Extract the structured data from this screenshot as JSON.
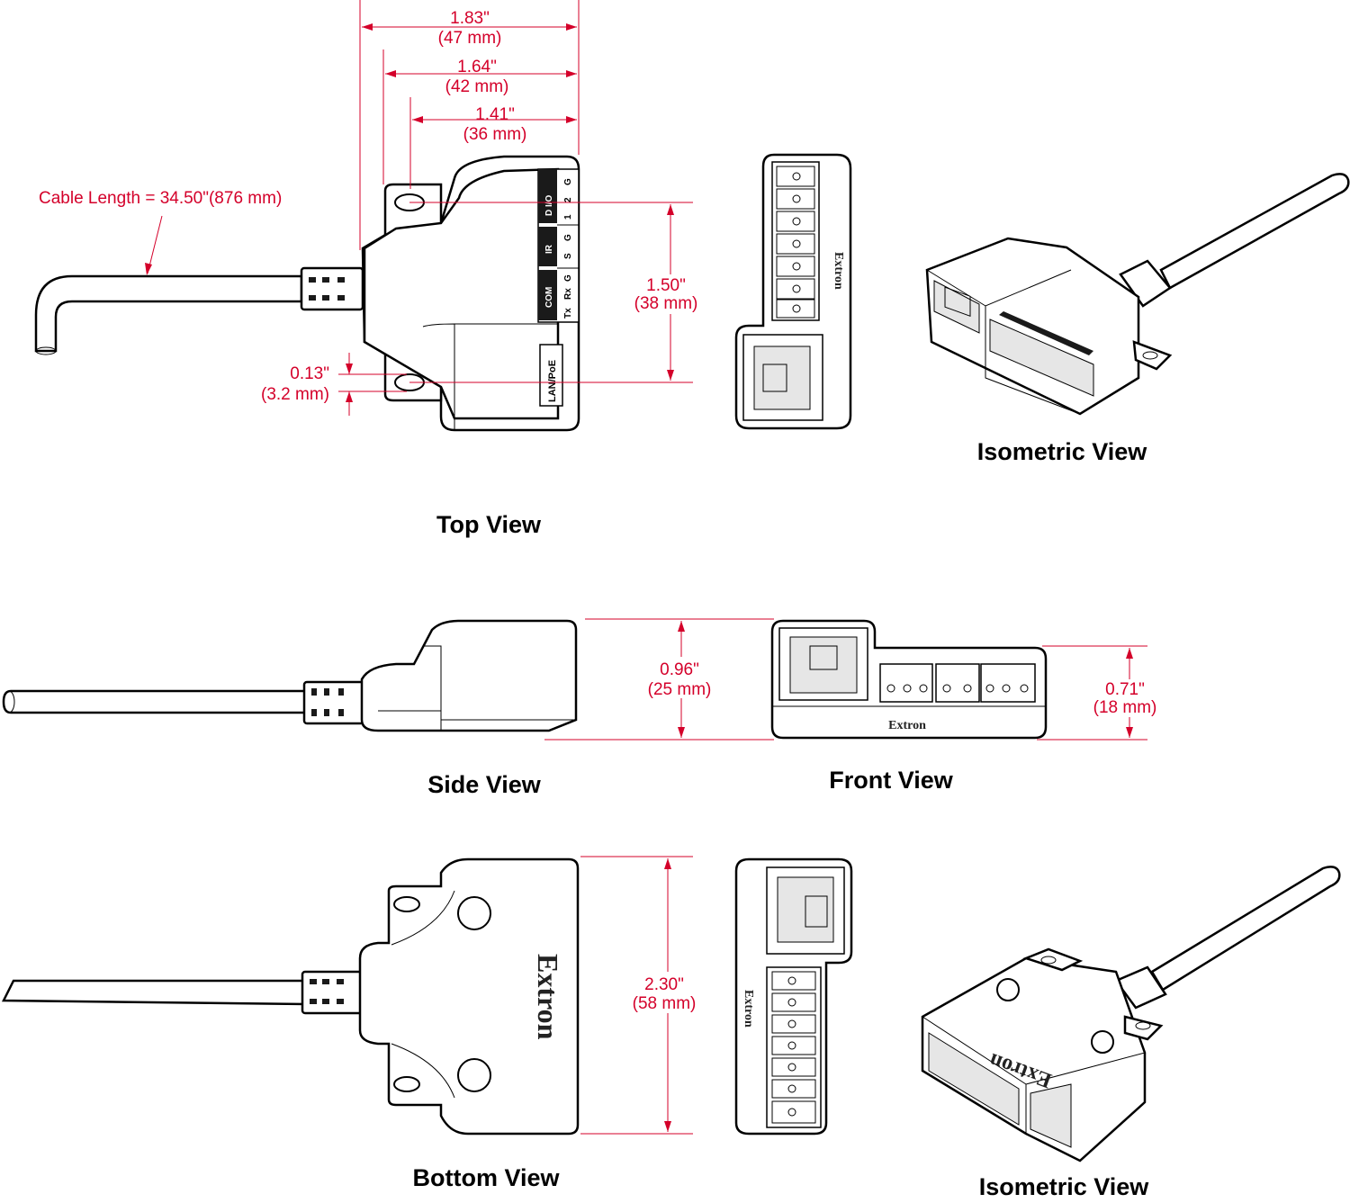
{
  "views": {
    "top": "Top View",
    "side": "Side View",
    "front": "Front View",
    "bottom": "Bottom View",
    "iso1": "Isometric View",
    "iso2": "Isometric View"
  },
  "dimensions": {
    "width_overall_in": "1.83\"",
    "width_overall_mm": "(47 mm)",
    "width_mid_in": "1.64\"",
    "width_mid_mm": "(42 mm)",
    "width_inner_in": "1.41\"",
    "width_inner_mm": "(36 mm)",
    "cable_length": "Cable Length = 34.50\"(876 mm)",
    "mount_spacing_in": "1.50\"",
    "mount_spacing_mm": "(38 mm)",
    "hole_size_in": "0.13\"",
    "hole_size_mm": "(3.2 mm)",
    "height_overall_in": "0.96\"",
    "height_overall_mm": "(25 mm)",
    "height_connector_in": "0.71\"",
    "height_connector_mm": "(18 mm)",
    "depth_in": "2.30\"",
    "depth_mm": "(58 mm)"
  },
  "labels": {
    "dio": "D I/O",
    "ir": "IR",
    "com": "COM",
    "lan": "LAN/PoE",
    "pin_2": "2",
    "pin_1": "1",
    "pin_g": "G",
    "pin_s": "S",
    "pin_rx": "Rx",
    "pin_tx": "Tx",
    "brand": "Extron"
  },
  "colors": {
    "dimension": "#d4002a",
    "outline": "#000000"
  }
}
